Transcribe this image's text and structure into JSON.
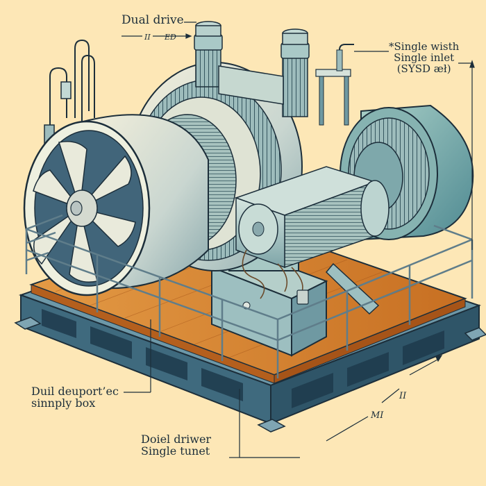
{
  "diagram": {
    "subject": "Fan / blower assembly on steel skid platform with guard rails",
    "colors": {
      "background": "#fde7b6",
      "ink": "#1c2e3a",
      "steel_blue": "#5f8ea0",
      "teal_housing": "#7fb1ae",
      "deck_orange": "#d9822e",
      "pale_steel": "#dfe6df"
    },
    "labels": {
      "dual_drive": "Dual drive",
      "dual_drive_dim": "II",
      "dual_drive_sub": "ED",
      "single_top": {
        "line1": "*Single wisth",
        "line2": "Single inlet",
        "line3": "(SYSD æł)"
      },
      "bottom_left": {
        "line1": "Duil deuport’ec",
        "line2": "sinnply box"
      },
      "bottom_center": {
        "line1": "Doiel driwer",
        "line2": "Single tunet"
      },
      "dimension_1": "II",
      "dimension_2": "MI"
    },
    "components": [
      {
        "name": "axial fan inlet with blades",
        "icon": "fan-icon"
      },
      {
        "name": "turbine / compressor ring",
        "icon": "turbine-icon"
      },
      {
        "name": "twin vertical motors",
        "icon": "motor-icon"
      },
      {
        "name": "horizontal electric motor",
        "icon": "motor-icon"
      },
      {
        "name": "centrifugal blower housing",
        "icon": "blower-icon"
      },
      {
        "name": "steel base frame with wooden deck",
        "icon": "platform-icon"
      },
      {
        "name": "guard railings",
        "icon": "railing-icon"
      },
      {
        "name": "piping risers",
        "icon": "pipe-icon"
      }
    ]
  }
}
